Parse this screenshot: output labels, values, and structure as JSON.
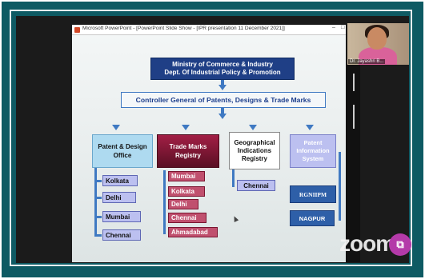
{
  "window": {
    "title": "Microsoft PowerPoint - [PowerPoint Slide Show - [IPR presentation 11 December 2021]]",
    "controls": [
      "–",
      "□"
    ]
  },
  "participant": {
    "name": "Dr. Jayashri B..."
  },
  "watermark": {
    "text": "zoom"
  },
  "chart": {
    "ministry": {
      "line1": "Ministry of Commerce & Industry",
      "line2": "Dept. Of Industrial Policy & Promotion"
    },
    "controller": "Controller General of Patents, Designs & Trade Marks",
    "branches": {
      "patent": {
        "line1": "Patent & Design",
        "line2": "Office",
        "items": [
          "Kolkata",
          "Delhi",
          "Mumbai",
          "Chennai"
        ]
      },
      "trademarks": {
        "line1": "Trade Marks",
        "line2": "Registry",
        "items": [
          "Mumbai",
          "Kolkata",
          "Delhi",
          "Chennai",
          "Ahmadabad"
        ]
      },
      "geo": {
        "line1": "Geographical",
        "line2": "Indications",
        "line3": "Registry",
        "items": [
          "Chennai"
        ]
      },
      "info": {
        "line1": "Patent",
        "line2": "Information",
        "line3": "System",
        "items": [
          "RGNIIPM",
          "NAGPUR"
        ]
      }
    }
  },
  "colors": {
    "navy": "#1f3f86",
    "maroon": "#7a1530",
    "lavender": "#bcc0f0",
    "sky": "#aedaf0",
    "arrow": "#3f79c2",
    "frame": "#0e5a63"
  }
}
